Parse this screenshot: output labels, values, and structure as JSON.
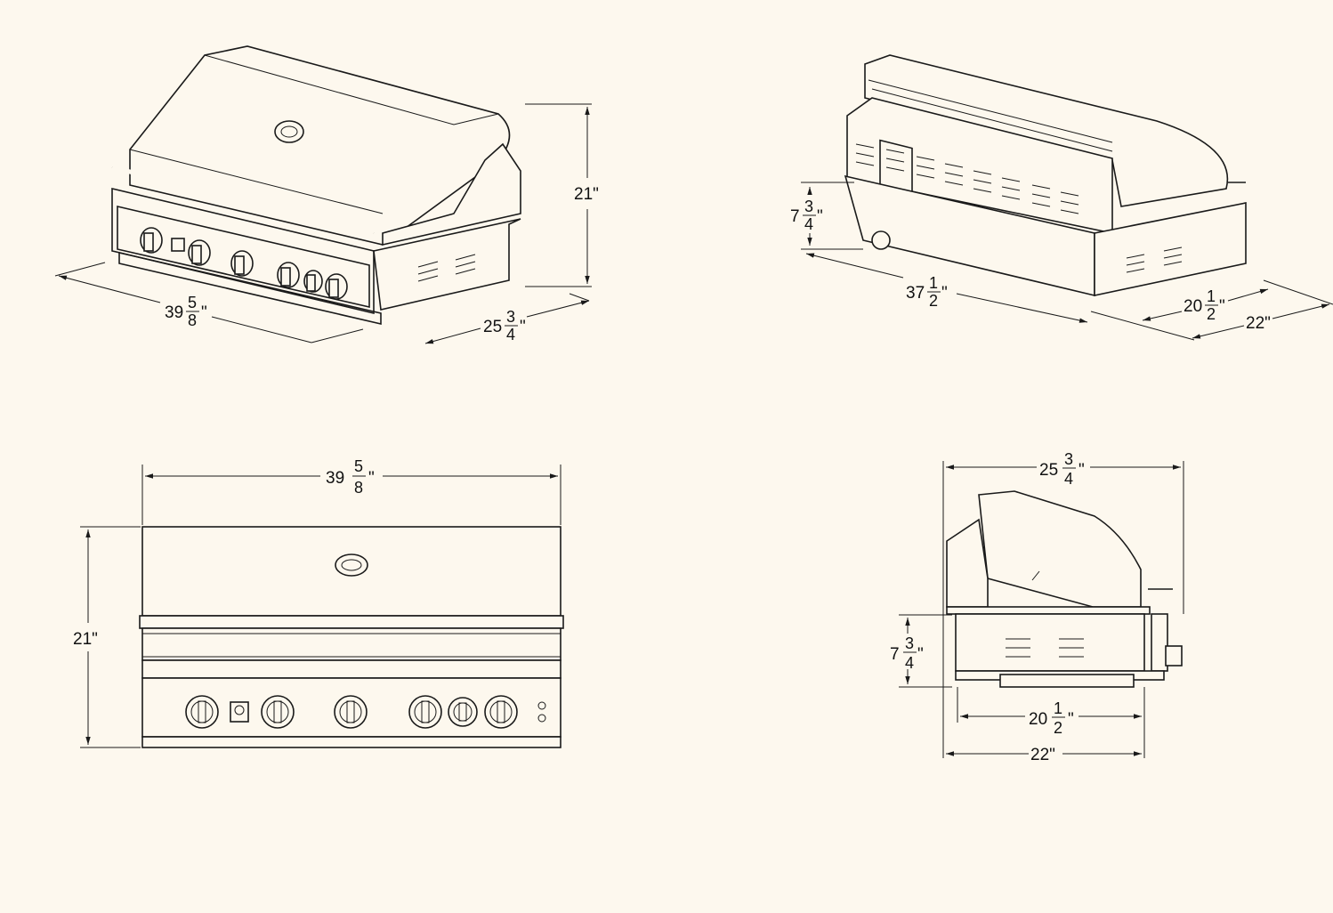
{
  "views": {
    "front_iso": {
      "height_label": "21\"",
      "width_label": {
        "whole": "39",
        "num": "5",
        "den": "8",
        "unit": "\""
      },
      "depth_label": {
        "whole": "25",
        "num": "3",
        "den": "4",
        "unit": "\""
      }
    },
    "rear_iso": {
      "cutout_height_label": {
        "whole": "7",
        "num": "3",
        "den": "4",
        "unit": "\""
      },
      "cutout_width_label": {
        "whole": "37",
        "num": "1",
        "den": "2",
        "unit": "\""
      },
      "cutout_depth_label": {
        "whole": "20",
        "num": "1",
        "den": "2",
        "unit": "\""
      },
      "depth_label": "22\""
    },
    "front_elevation": {
      "width_label": {
        "whole": "39",
        "num": "5",
        "den": "8",
        "unit": "\""
      },
      "height_label": "21\""
    },
    "side_elevation": {
      "depth_label": {
        "whole": "25",
        "num": "3",
        "den": "4",
        "unit": "\""
      },
      "cutout_height_label": {
        "whole": "7",
        "num": "3",
        "den": "4",
        "unit": "\""
      },
      "cutout_depth_label": {
        "whole": "20",
        "num": "1",
        "den": "2",
        "unit": "\""
      },
      "base_depth_label": "22\""
    }
  },
  "colors": {
    "background": "#fdf8ee",
    "line": "#1a1a1a"
  }
}
